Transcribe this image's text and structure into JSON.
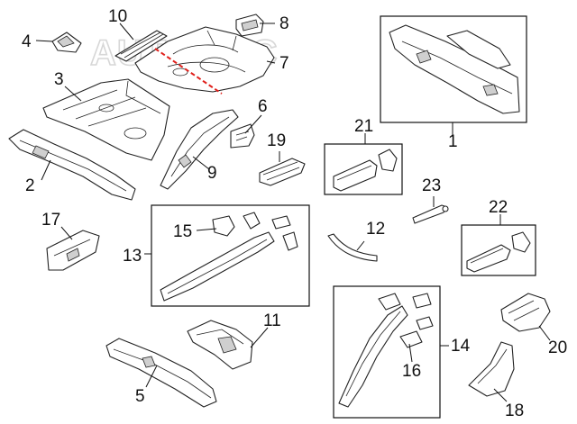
{
  "watermark": "AUTODOC",
  "accent_color": "#e0201b",
  "callouts": [
    {
      "id": "1",
      "text": "1"
    },
    {
      "id": "2",
      "text": "2"
    },
    {
      "id": "3",
      "text": "3"
    },
    {
      "id": "4",
      "text": "4"
    },
    {
      "id": "5",
      "text": "5"
    },
    {
      "id": "6",
      "text": "6"
    },
    {
      "id": "7",
      "text": "7"
    },
    {
      "id": "8",
      "text": "8"
    },
    {
      "id": "9",
      "text": "9"
    },
    {
      "id": "10",
      "text": "10"
    },
    {
      "id": "11",
      "text": "11"
    },
    {
      "id": "12",
      "text": "12"
    },
    {
      "id": "13",
      "text": "13"
    },
    {
      "id": "14",
      "text": "14"
    },
    {
      "id": "15",
      "text": "15"
    },
    {
      "id": "16",
      "text": "16"
    },
    {
      "id": "17",
      "text": "17"
    },
    {
      "id": "18",
      "text": "18"
    },
    {
      "id": "19",
      "text": "19"
    },
    {
      "id": "20",
      "text": "20"
    },
    {
      "id": "21",
      "text": "21"
    },
    {
      "id": "22",
      "text": "22"
    },
    {
      "id": "23",
      "text": "23"
    }
  ]
}
